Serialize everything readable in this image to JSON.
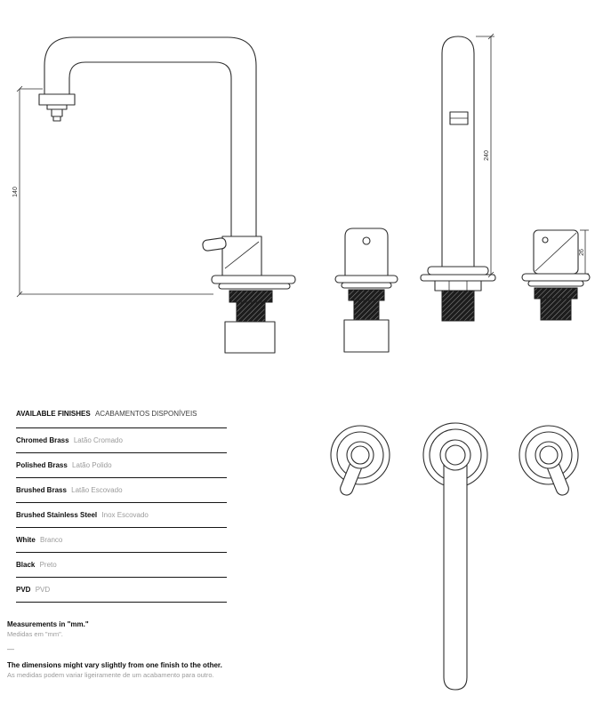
{
  "dimensions": {
    "spout_height_side": "140",
    "spout_height_front": "240",
    "handle_height": "26"
  },
  "finishes": {
    "title_en": "AVAILABLE FINISHES",
    "title_pt": "ACABAMENTOS DISPONÍVEIS",
    "items": [
      {
        "en": "Chromed Brass",
        "pt": "Latão Cromado"
      },
      {
        "en": "Polished Brass",
        "pt": "Latão Polido"
      },
      {
        "en": "Brushed Brass",
        "pt": "Latão Escovado"
      },
      {
        "en": "Brushed Stainless Steel",
        "pt": "Inox Escovado"
      },
      {
        "en": "White",
        "pt": "Branco"
      },
      {
        "en": "Black",
        "pt": "Preto"
      },
      {
        "en": "PVD",
        "pt": "PVD"
      }
    ]
  },
  "notes": {
    "measurements_en": "Measurements in \"mm.\"",
    "measurements_pt": "Medidas em \"mm\".",
    "separator": "—",
    "tolerance_en": "The dimensions might vary slightly from one finish to the other.",
    "tolerance_pt": "As medidas podem variar ligeiramente de um acabamento para outro."
  }
}
